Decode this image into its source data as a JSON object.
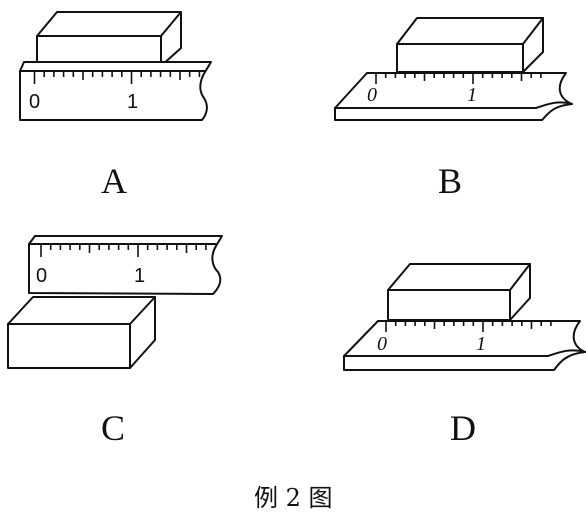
{
  "figure": {
    "caption": "例 2 图",
    "panels": [
      {
        "label": "A",
        "ruler_marks": [
          "0",
          "1"
        ]
      },
      {
        "label": "B",
        "ruler_marks": [
          "0",
          "1"
        ]
      },
      {
        "label": "C",
        "ruler_marks": [
          "0",
          "1"
        ]
      },
      {
        "label": "D",
        "ruler_marks": [
          "0",
          "1"
        ]
      }
    ]
  }
}
